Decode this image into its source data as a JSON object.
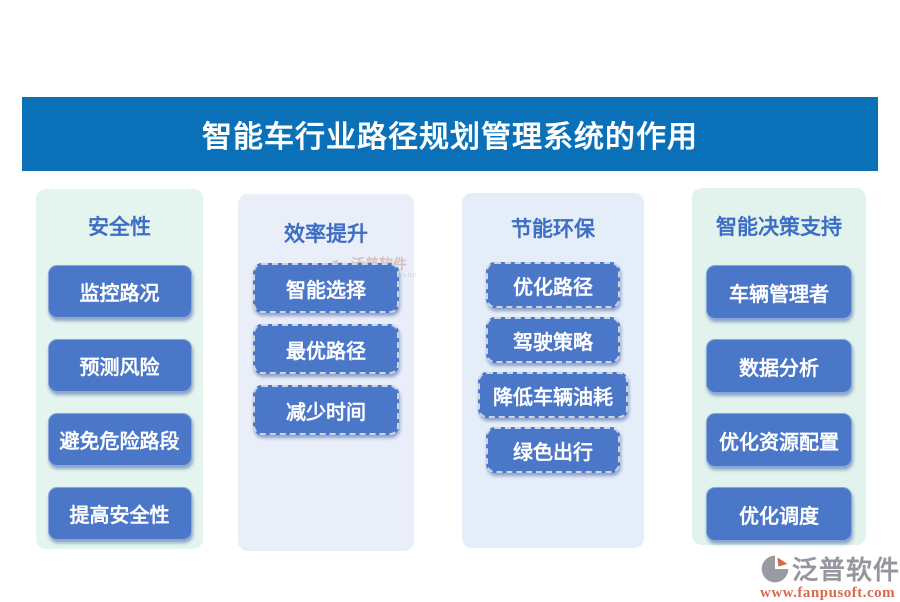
{
  "title": "智能车行业路径规划管理系统的作用",
  "columns": [
    {
      "header": "安全性",
      "items": [
        "监控路况",
        "预测风险",
        "避免危险路段",
        "提高安全性"
      ]
    },
    {
      "header": "效率提升",
      "items": [
        "智能选择",
        "最优路径",
        "减少时间"
      ]
    },
    {
      "header": "节能环保",
      "items": [
        "优化路径",
        "驾驶策略",
        "降低车辆油耗",
        "绿色出行"
      ]
    },
    {
      "header": "智能决策支持",
      "items": [
        "车辆管理者",
        "数据分析",
        "优化资源配置",
        "优化调度"
      ]
    }
  ],
  "watermark": {
    "name": "泛普软件",
    "subtitle": "FANPU SOFTWARE"
  },
  "branding": {
    "name": "泛普软件",
    "website": "www.fanpusoft.com"
  },
  "colors": {
    "title_bg": "#0a71b8",
    "title_text": "#ffffff",
    "pill_bg": "#4b77c9",
    "pill_text": "#ffffff",
    "header_text": "#3d6dc5",
    "card_bg_mint": "#e4f4ee",
    "card_bg_blue": "#e9eef8",
    "brand_gray": "#96969e",
    "brand_red": "#d9694d"
  },
  "icons": {
    "brand_logo": "fanpu-pie-logo",
    "watermark_logo": "fanpu-pie-logo"
  }
}
